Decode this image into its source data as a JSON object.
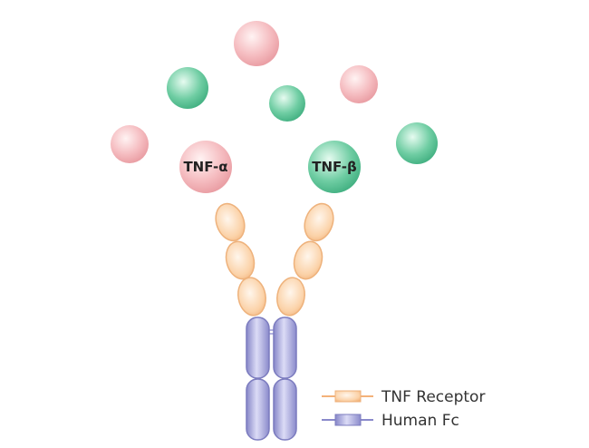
{
  "ligands": {
    "tnf_alpha": "TNF-α",
    "tnf_beta": "TNF-β"
  },
  "legend": [
    {
      "label": "TNF Receptor",
      "color": "#f6c08e"
    },
    {
      "label": "Human Fc",
      "color": "#9a9ad6"
    }
  ],
  "colors": {
    "pink": "#f3b4b8",
    "green": "#5fc59a",
    "orange": "#f8c898",
    "purple": "#8f8fd0"
  }
}
